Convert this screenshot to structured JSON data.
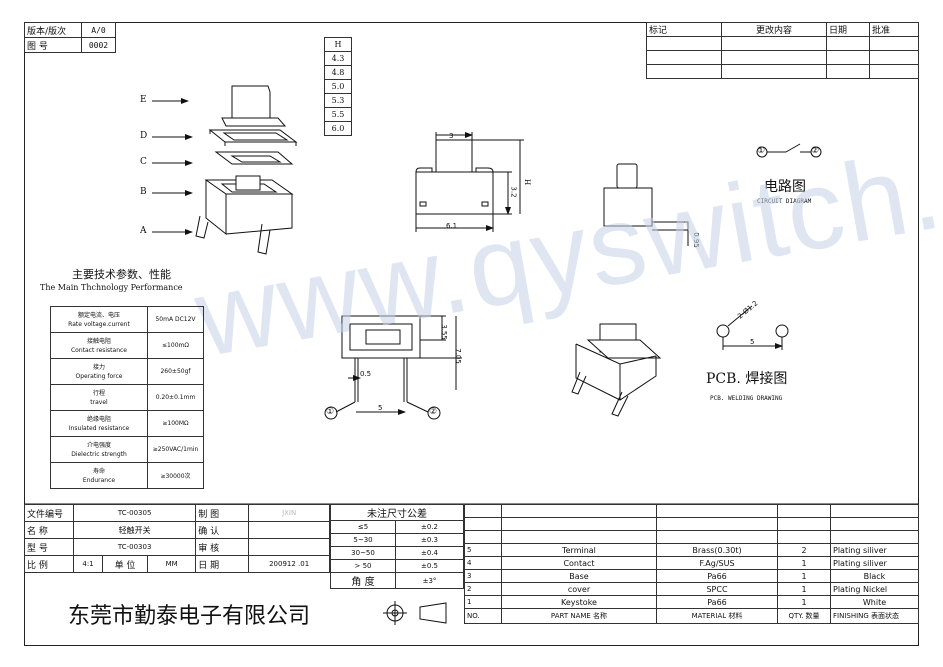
{
  "revision_box": {
    "version_label": "版本/版次",
    "version_value": "A/0",
    "drawing_no_label": "图 号",
    "drawing_no_value": "0002"
  },
  "change_table": {
    "headers": [
      "标记",
      "更改内容",
      "日期",
      "批准"
    ]
  },
  "h_table": {
    "header": "H",
    "values": [
      "4.3",
      "4.8",
      "5.0",
      "5.3",
      "5.5",
      "6.0"
    ]
  },
  "exploded": {
    "labels": [
      "E",
      "D",
      "C",
      "B",
      "A"
    ]
  },
  "front_view": {
    "dim_top": "3",
    "dim_width": "6.1",
    "dim_side": "3.2",
    "dim_h": "H"
  },
  "side_view": {
    "dim_pin": "0.95"
  },
  "circuit": {
    "title": "电路图",
    "subtitle": "CIRCUIT DIAGRAM",
    "pin1": "①",
    "pin2": "②"
  },
  "bottom_view": {
    "dim_a": "3.55",
    "dim_b": "7.05",
    "dim_c": "0.5",
    "dim_d": "5",
    "pin1": "①",
    "pin2": "②"
  },
  "pcb": {
    "title": "PCB. 焊接图",
    "subtitle": "PCB. WELDING DRAWING",
    "dim_hole": "2-Ø1.2",
    "dim_pitch": "5"
  },
  "watermark": "www.qyswitch.com",
  "performance": {
    "title_cn": "主要技术参数、性能",
    "title_en": "The Main Thchnology Performance",
    "rows": [
      {
        "cn": "额定电流、电压",
        "en": "Rate voltage.current",
        "value": "50mA DC12V"
      },
      {
        "cn": "接触电阻",
        "en": "Contact resistance",
        "value": "≤100mΩ"
      },
      {
        "cn": "接力",
        "en": "Operating force",
        "value": "260±50gf"
      },
      {
        "cn": "行程",
        "en": "travel",
        "value": "0.20±0.1mm"
      },
      {
        "cn": "绝缘电阻",
        "en": "Insulated resistance",
        "value": "≥100MΩ"
      },
      {
        "cn": "介电强度",
        "en": "Dielectric strength",
        "value": "≥250VAC/1min"
      },
      {
        "cn": "寿命",
        "en": "Endurance",
        "value": "≥30000次"
      }
    ]
  },
  "title_block": {
    "file_no_label": "文件编号",
    "file_no": "TC-00305",
    "name_label": "名 称",
    "name": "轻触开关",
    "model_label": "型 号",
    "model": "TC-00303",
    "scale_label": "比 例",
    "scale": "4:1",
    "unit_label": "单 位",
    "unit": "MM",
    "draw_label": "制 图",
    "draw_value": "JXIN",
    "confirm_label": "确 认",
    "review_label": "审 核",
    "date_label": "日 期",
    "date": "200912 .01",
    "company": "东莞市勤泰电子有限公司"
  },
  "tolerance": {
    "title": "未注尺寸公差",
    "rows": [
      [
        "≤5",
        "±0.2"
      ],
      [
        "5~30",
        "±0.3"
      ],
      [
        "30~50",
        "±0.4"
      ],
      [
        "> 50",
        "±0.5"
      ],
      [
        "角 度",
        "±3°"
      ]
    ]
  },
  "bom": {
    "headers": {
      "no": "NO.",
      "part": "PART  NAME 名称",
      "material": "MATERIAL 材料",
      "qty": "QTY. 数量",
      "finish": "FINISHING 表面状态"
    },
    "rows": [
      {
        "no": "5",
        "part": "Terminal",
        "material": "Brass(0.30t)",
        "qty": "2",
        "finish": "Plating siliver"
      },
      {
        "no": "4",
        "part": "Contact",
        "material": "F.Ag/SUS",
        "qty": "1",
        "finish": "Plating siliver"
      },
      {
        "no": "3",
        "part": "Base",
        "material": "Pa66",
        "qty": "1",
        "finish": "Black"
      },
      {
        "no": "2",
        "part": "cover",
        "material": "SPCC",
        "qty": "1",
        "finish": "Plating Nickel"
      },
      {
        "no": "1",
        "part": "Keystoke",
        "material": "Pa66",
        "qty": "1",
        "finish": "White"
      }
    ]
  }
}
